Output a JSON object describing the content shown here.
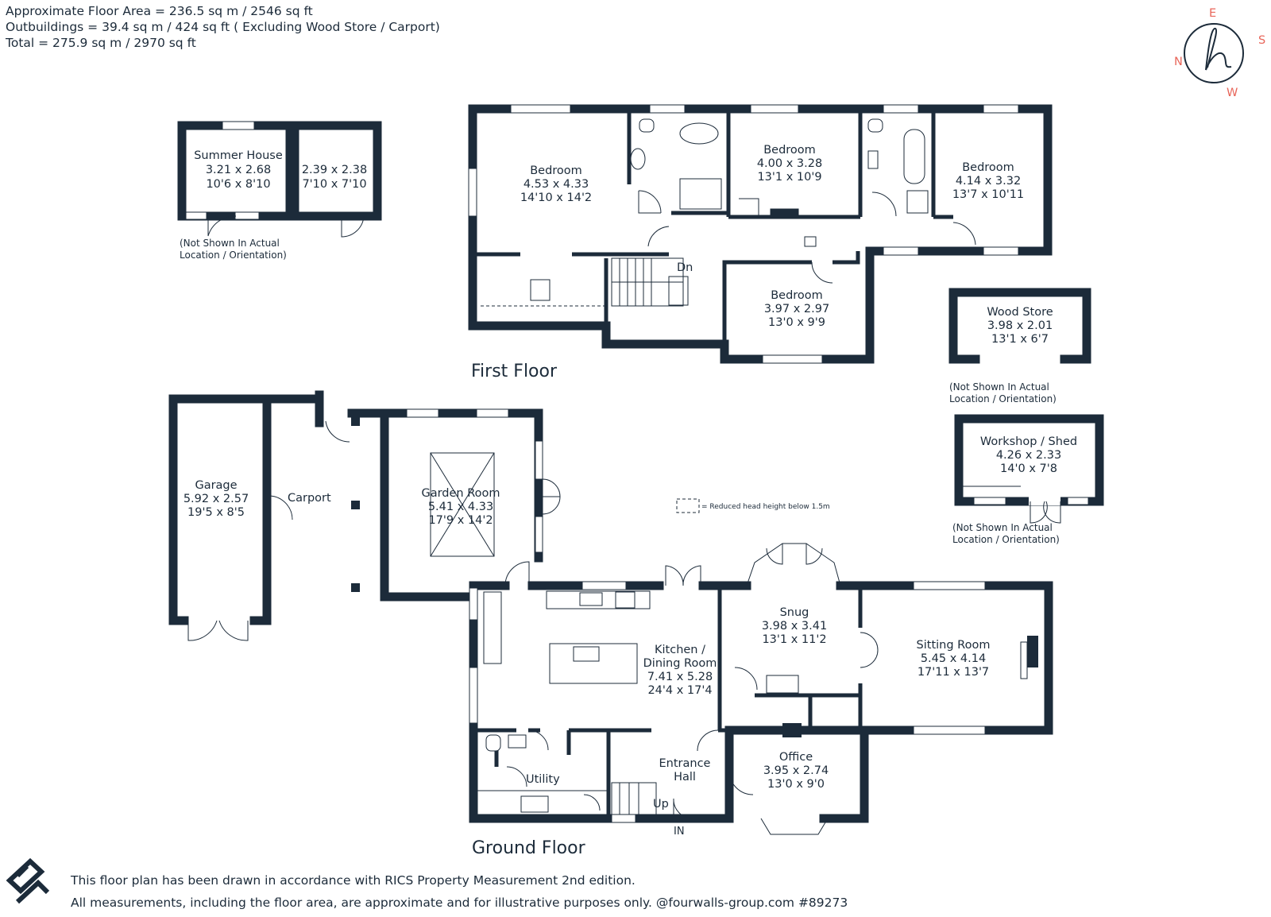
{
  "header": {
    "line1": "Approximate Floor Area = 236.5 sq m / 2546 sq ft",
    "line2": "Outbuildings = 39.4 sq m / 424 sq ft ( Excluding Wood Store / Carport)",
    "line3": "Total = 275.9 sq m / 2970 sq ft"
  },
  "compass": {
    "e": "E",
    "s": "S",
    "n": "N",
    "w": "W",
    "accent": "#e8665a"
  },
  "floors": {
    "first": "First Floor",
    "ground": "Ground Floor"
  },
  "outbuildings": {
    "summer": [
      "Summer House",
      "3.21 x 2.68",
      "10'6 x 8'10"
    ],
    "store": [
      "2.39 x 2.38",
      "7'10 x 7'10"
    ],
    "wood": [
      "Wood Store",
      "3.98 x 2.01",
      "13'1 x 6'7"
    ],
    "workshop": [
      "Workshop / Shed",
      "4.26 x 2.33",
      "14'0 x 7'8"
    ],
    "note1": "(Not Shown In Actual",
    "note2": "Location / Orientation)",
    "note2b": "Location / Orientation)",
    "note2c": "Location / Orientation)"
  },
  "first_floor": {
    "bed1": [
      "Bedroom",
      "4.53 x 4.33",
      "14'10 x 14'2"
    ],
    "bed2": [
      "Bedroom",
      "4.00 x 3.28",
      "13'1 x 10'9"
    ],
    "bed3": [
      "Bedroom",
      "4.14 x 3.32",
      "13'7 x 10'11"
    ],
    "bed4": [
      "Bedroom",
      "3.97 x 2.97",
      "13'0 x 9'9"
    ],
    "dn": "Dn"
  },
  "ground_floor": {
    "garage": [
      "Garage",
      "5.92 x 2.57",
      "19'5 x 8'5"
    ],
    "carport": "Carport",
    "garden": [
      "Garden Room",
      "5.41 x 4.33",
      "17'9 x 14'2"
    ],
    "kitchen": [
      "Kitchen /",
      "Dining Room",
      "7.41 x 5.28",
      "24'4 x 17'4"
    ],
    "snug": [
      "Snug",
      "3.98 x 3.41",
      "13'1 x 11'2"
    ],
    "sitting": [
      "Sitting Room",
      "5.45 x 4.14",
      "17'11 x 13'7"
    ],
    "entrance": [
      "Entrance",
      "Hall"
    ],
    "office": [
      "Office",
      "3.95 x 2.74",
      "13'0 x 9'0"
    ],
    "utility": "Utility",
    "up": "Up",
    "in": "IN"
  },
  "legend": "= Reduced head height below 1.5m",
  "footer": {
    "line1": "This floor plan has been drawn in accordance with RICS Property Measurement 2nd edition.",
    "line2": "All measurements, including the floor area, are approximate and for illustrative purposes only. @fourwalls-group.com #89273"
  },
  "colors": {
    "wall": "#1c2b3a",
    "text": "#1c2b3a"
  }
}
